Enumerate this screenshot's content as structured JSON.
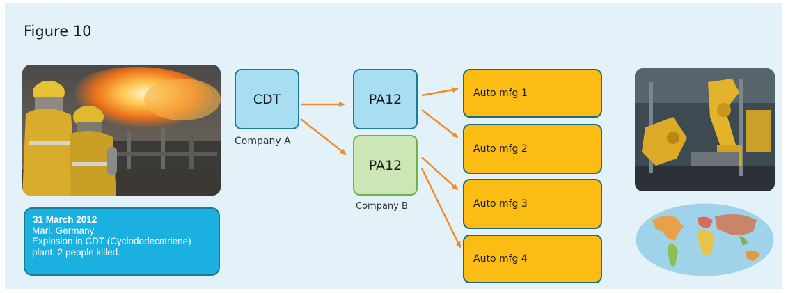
{
  "figure_title": "Figure 10",
  "colors": {
    "panel_bg": "#e3f2f8",
    "blue_box": "#a8def2",
    "green_box": "#cde6b6",
    "orange_box": "#fbbc13",
    "arrow": "#f08a2c",
    "caption_bg": "#1ab0e0"
  },
  "nodes": {
    "cdt": {
      "label": "CDT",
      "company": "Company A"
    },
    "pa12_a": {
      "label": "PA12"
    },
    "pa12_b": {
      "label": "PA12",
      "company": "Company B"
    },
    "auto_1": {
      "label": "Auto mfg 1"
    },
    "auto_2": {
      "label": "Auto mfg 2"
    },
    "auto_3": {
      "label": "Auto mfg 3"
    },
    "auto_4": {
      "label": "Auto mfg 4"
    }
  },
  "edges": [
    [
      "cdt",
      "pa12_a"
    ],
    [
      "cdt",
      "pa12_b"
    ],
    [
      "pa12_a",
      "auto_1"
    ],
    [
      "pa12_a",
      "auto_2"
    ],
    [
      "pa12_b",
      "auto_3"
    ],
    [
      "pa12_b",
      "auto_4"
    ]
  ],
  "caption": {
    "date": "31 March 2012",
    "location": "Marl, Germany",
    "line1": "Explosion in CDT (Cyclododecatriene)",
    "line2": "plant. 2 people killed."
  },
  "images": {
    "left": "firefighters-explosion-photo",
    "right_top": "robotic-auto-assembly-photo",
    "right_bottom": "world-map-image"
  }
}
